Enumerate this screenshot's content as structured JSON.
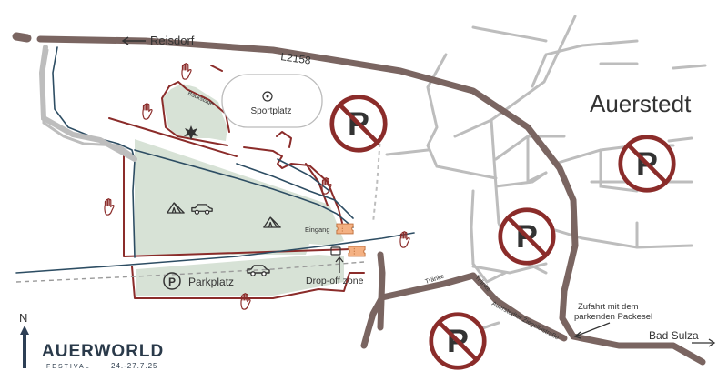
{
  "labels": {
    "reisdorf": "Reisdorf",
    "road_l2158": "L2158",
    "town": "Auerstedt",
    "sportplatz": "Sportplatz",
    "backstage": "Backstage",
    "eingang": "Eingang",
    "parkplatz": "Parkplatz",
    "dropoff": "Drop-off zone",
    "traenke_1": "Tränke",
    "traenke_2": "Tränke",
    "street": "Auerstedter Ziegeleistraße",
    "zufahrt_line1": "Zufahrt mit dem",
    "zufahrt_line2": "parkenden Packesel",
    "bad_sulza": "Bad Sulza",
    "north": "N"
  },
  "brand": {
    "name": "AUERWORLD",
    "festival": "FESTIVAL",
    "dates": "24.-27.7.25"
  },
  "colors": {
    "main_road": "#7a6561",
    "minor_road": "#bdbdbd",
    "festival_area": "#d7e2d6",
    "boundary": "#8b2c2a",
    "river": "#2d4d63",
    "no_parking": "#8b2c2a",
    "ticket": "#f4b183"
  },
  "icons": [
    "no-parking-icon",
    "tent-icon",
    "car-icon",
    "parking-icon",
    "hand-icon",
    "ticket-icon",
    "ball-icon",
    "leaf-icon",
    "north-arrow-icon",
    "arrow-icon"
  ]
}
